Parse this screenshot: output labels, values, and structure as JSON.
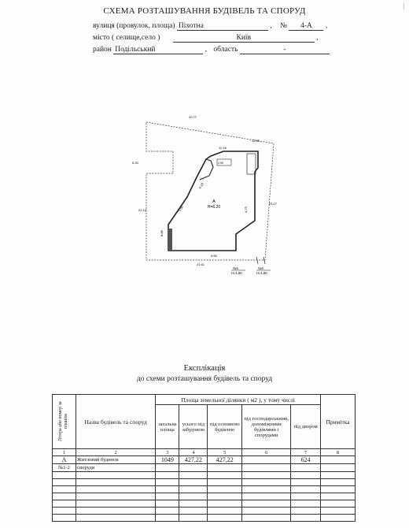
{
  "header": {
    "title": "СХЕМА РОЗТАШУВАННЯ БУДІВЕЛЬ ТА СПОРУД",
    "street_label": "вулиця (провулок, площа)",
    "street_value": "Піхотна",
    "number_label": "№",
    "number_value": "4-А",
    "city_label": "місто ( селище,село )",
    "city_value": "Київ",
    "district_label": "район",
    "district_value": "Подільський",
    "oblast_label": "область",
    "oblast_value": "-",
    "corner_mark": "|"
  },
  "plan": {
    "dimensions": [
      "20.77",
      "12.83",
      "5.33",
      "11.18",
      "22.12",
      "23.27",
      "8.88",
      "9.69",
      "21.61",
      "4.73",
      "5.66",
      "4.18",
      "2.09"
    ],
    "building_label": "А",
    "building_height": "Н=6.20",
    "marker1_name": "№1",
    "marker1_height": "Н=1.80",
    "marker2_name": "№2",
    "marker2_height": "Н=1.80"
  },
  "explication": {
    "title_line1": "Експлікація",
    "title_line2": "до схеми розташування будівель та споруд",
    "headers": {
      "litera": "Літера або номер за планом",
      "name": "Назва будівель та споруд",
      "area_group": "Площа земельної ділянки ( м2 ), у тому числі",
      "total": "загальна площа",
      "built_total": "усього під забудовою",
      "main_building": "під основною будівлею",
      "outbuildings": "під господарськими, допоміжними будівлями і спорудами",
      "yard": "під двором",
      "note": "Примітка"
    },
    "column_numbers": [
      "1",
      "2",
      "3",
      "4",
      "5",
      "6",
      "7",
      "8"
    ],
    "rows": [
      {
        "litera": "А",
        "name": "Житловий будинок",
        "total": "1049",
        "built_total": "427,22",
        "main_building": "427,22",
        "outbuildings": "",
        "yard": "624",
        "note": ""
      },
      {
        "litera": "№1-2",
        "name": "споруди",
        "total": "",
        "built_total": "",
        "main_building": "",
        "outbuildings": "",
        "yard": "",
        "note": ""
      }
    ]
  }
}
